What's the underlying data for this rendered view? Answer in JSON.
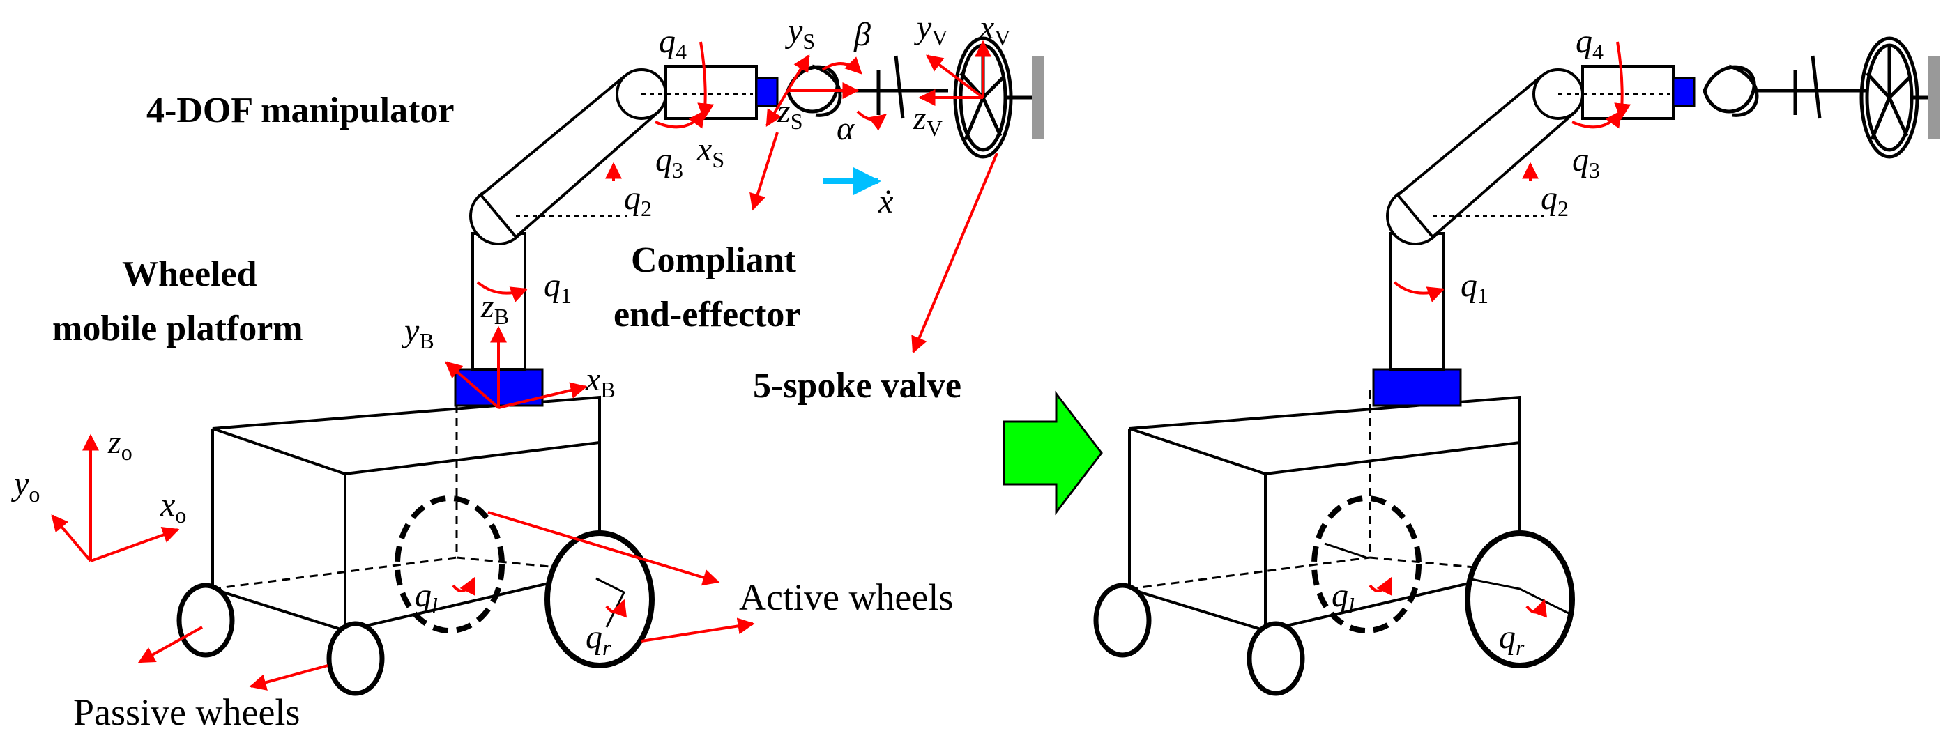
{
  "labels": {
    "manipulator": "4-DOF manipulator",
    "platform_line1": "Wheeled",
    "platform_line2": "mobile platform",
    "end_effector_line1": "Compliant",
    "end_effector_line2": "end-effector",
    "valve": "5-spoke valve",
    "active_wheels": "Active wheels",
    "passive_wheels": "Passive wheels"
  },
  "symbols": {
    "q1": "q",
    "q1_sub": "1",
    "q2": "q",
    "q2_sub": "2",
    "q3": "q",
    "q3_sub": "3",
    "q4": "q",
    "q4_sub": "4",
    "ql": "q",
    "ql_sub": "l",
    "qr": "q",
    "qr_sub": "r",
    "alpha": "α",
    "beta": "β",
    "xdot": "ẋ",
    "xB": "x",
    "xB_sub": "B",
    "yB": "y",
    "yB_sub": "B",
    "zB": "z",
    "zB_sub": "B",
    "xo": "x",
    "xo_sub": "o",
    "yo": "y",
    "yo_sub": "o",
    "zo": "z",
    "zo_sub": "o",
    "xS": "x",
    "xS_sub": "S",
    "yS": "y",
    "yS_sub": "S",
    "zS": "z",
    "zS_sub": "S",
    "xV": "x",
    "xV_sub": "V",
    "yV": "y",
    "yV_sub": "V",
    "zV": "z",
    "zV_sub": "V"
  },
  "colors": {
    "arrow": "#ff0000",
    "base": "#0000ff",
    "transition_arrow": "#00ff00",
    "velocity_arrow": "#00bfff",
    "wall": "#999999",
    "line": "#000000"
  },
  "icons": {
    "transition": "right-arrow-icon"
  }
}
